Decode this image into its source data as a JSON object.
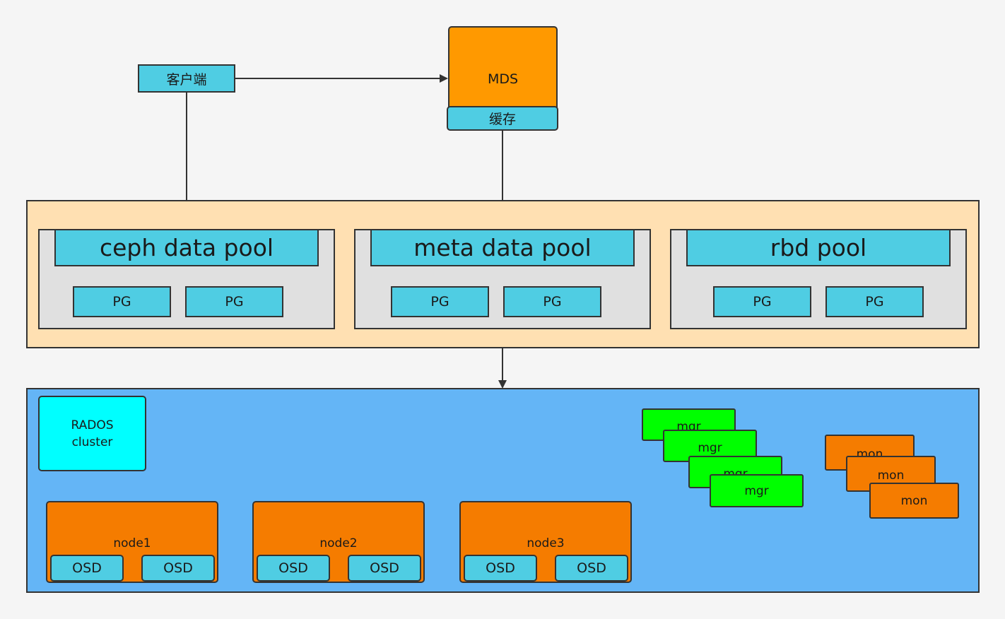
{
  "client": {
    "label": "客户端"
  },
  "mds": {
    "label": "MDS",
    "cache_label": "缓存"
  },
  "pools": [
    {
      "label": "ceph data pool",
      "pgs": [
        "PG",
        "PG"
      ]
    },
    {
      "label": "meta data pool",
      "pgs": [
        "PG",
        "PG"
      ]
    },
    {
      "label": "rbd pool",
      "pgs": [
        "PG",
        "PG"
      ]
    }
  ],
  "rados": {
    "label_line1": "RADOS",
    "label_line2": "cluster"
  },
  "nodes": [
    {
      "label": "node1",
      "osds": [
        "OSD",
        "OSD"
      ]
    },
    {
      "label": "node2",
      "osds": [
        "OSD",
        "OSD"
      ]
    },
    {
      "label": "node3",
      "osds": [
        "OSD",
        "OSD"
      ]
    }
  ],
  "mgrs": [
    "mgr",
    "mgr",
    "mgr",
    "mgr"
  ],
  "mons": [
    "mon",
    "mon",
    "mon"
  ],
  "colors": {
    "cyan": "#4fcde3",
    "mds_orange": "#ff9900",
    "pool_region": "#ffe0b2",
    "pool_group": "#e0e0e0",
    "rados_region": "#64b5f6",
    "rados_label": "#00ffff",
    "node_orange": "#f57c00",
    "mgr_green": "#00ff00"
  }
}
